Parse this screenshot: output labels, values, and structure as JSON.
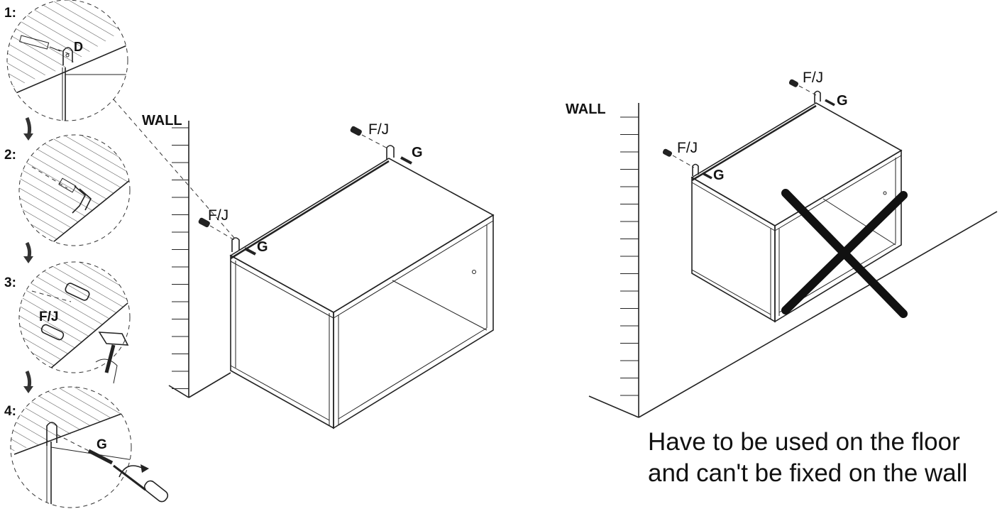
{
  "steps": {
    "step1": "1:",
    "step2": "2:",
    "step3": "3:",
    "step4": "4:"
  },
  "parts": {
    "d": "D",
    "fj": "F/J",
    "g": "G"
  },
  "wall_label": "WALL",
  "note": {
    "line1": "Have to be used on the floor",
    "line2": "and can't be fixed on the wall"
  },
  "colors": {
    "ink": "#111111",
    "background": "#ffffff"
  }
}
